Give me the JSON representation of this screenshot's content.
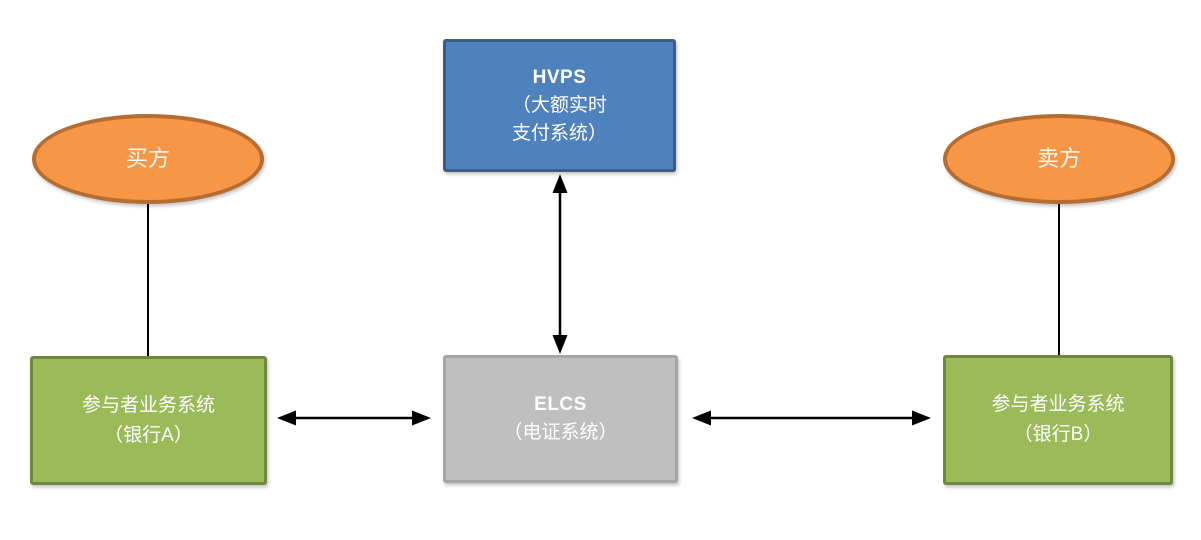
{
  "diagram": {
    "background": "#FFFFFF",
    "text_color": "#FFFFFF",
    "connector_color": "#000000"
  },
  "nodes": {
    "hvps": {
      "shape": "rectangle",
      "fill": "#4F81BD",
      "border": "#385D8A",
      "label": "HVPS（大额实时支付系统）",
      "lines": [
        "HVPS",
        "（大额实时",
        "支付系统）"
      ]
    },
    "buyer": {
      "shape": "ellipse",
      "fill": "#F79646",
      "border": "#B66D31",
      "label": "买方",
      "lines": [
        "买方"
      ]
    },
    "seller": {
      "shape": "ellipse",
      "fill": "#F79646",
      "border": "#B66D31",
      "label": "卖方",
      "lines": [
        "卖方"
      ]
    },
    "bank_a": {
      "shape": "rectangle",
      "fill": "#9BBB59",
      "border": "#71893F",
      "label": "参与者业务系统（银行A）",
      "lines": [
        "参与者业务系统",
        "（银行A）"
      ]
    },
    "elcs": {
      "shape": "rectangle",
      "fill": "#BFBFBF",
      "border": "#A6A6A6",
      "label": "ELCS（电证系统）",
      "lines": [
        "ELCS",
        "（电证系统）"
      ]
    },
    "bank_b": {
      "shape": "rectangle",
      "fill": "#9BBB59",
      "border": "#71893F",
      "label": "参与者业务系统（银行B）",
      "lines": [
        "参与者业务系统",
        "（银行B）"
      ]
    }
  },
  "connectors": [
    {
      "from": "hvps",
      "to": "elcs",
      "style": "double-arrow",
      "orientation": "vertical"
    },
    {
      "from": "bank_a",
      "to": "elcs",
      "style": "double-arrow",
      "orientation": "horizontal"
    },
    {
      "from": "elcs",
      "to": "bank_b",
      "style": "double-arrow",
      "orientation": "horizontal"
    },
    {
      "from": "buyer",
      "to": "bank_a",
      "style": "plain-line",
      "orientation": "vertical"
    },
    {
      "from": "seller",
      "to": "bank_b",
      "style": "plain-line",
      "orientation": "vertical"
    }
  ]
}
